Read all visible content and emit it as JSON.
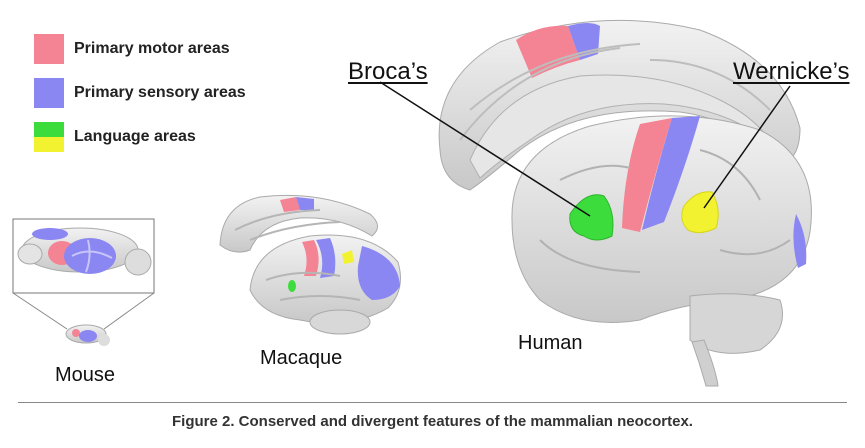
{
  "legend": {
    "items": [
      {
        "label": "Primary motor areas",
        "color": "#f48393"
      },
      {
        "label": "Primary sensory areas",
        "color": "#8a86f2"
      },
      {
        "label": "Language areas",
        "colors": [
          "#3ddc3d",
          "#f2f230"
        ]
      }
    ]
  },
  "species": {
    "mouse": "Mouse",
    "macaque": "Macaque",
    "human": "Human"
  },
  "callouts": {
    "broca": "Broca’s",
    "wernicke": "Wernicke’s"
  },
  "caption": "Figure 2. Conserved and divergent features of the mammalian neocortex."
}
